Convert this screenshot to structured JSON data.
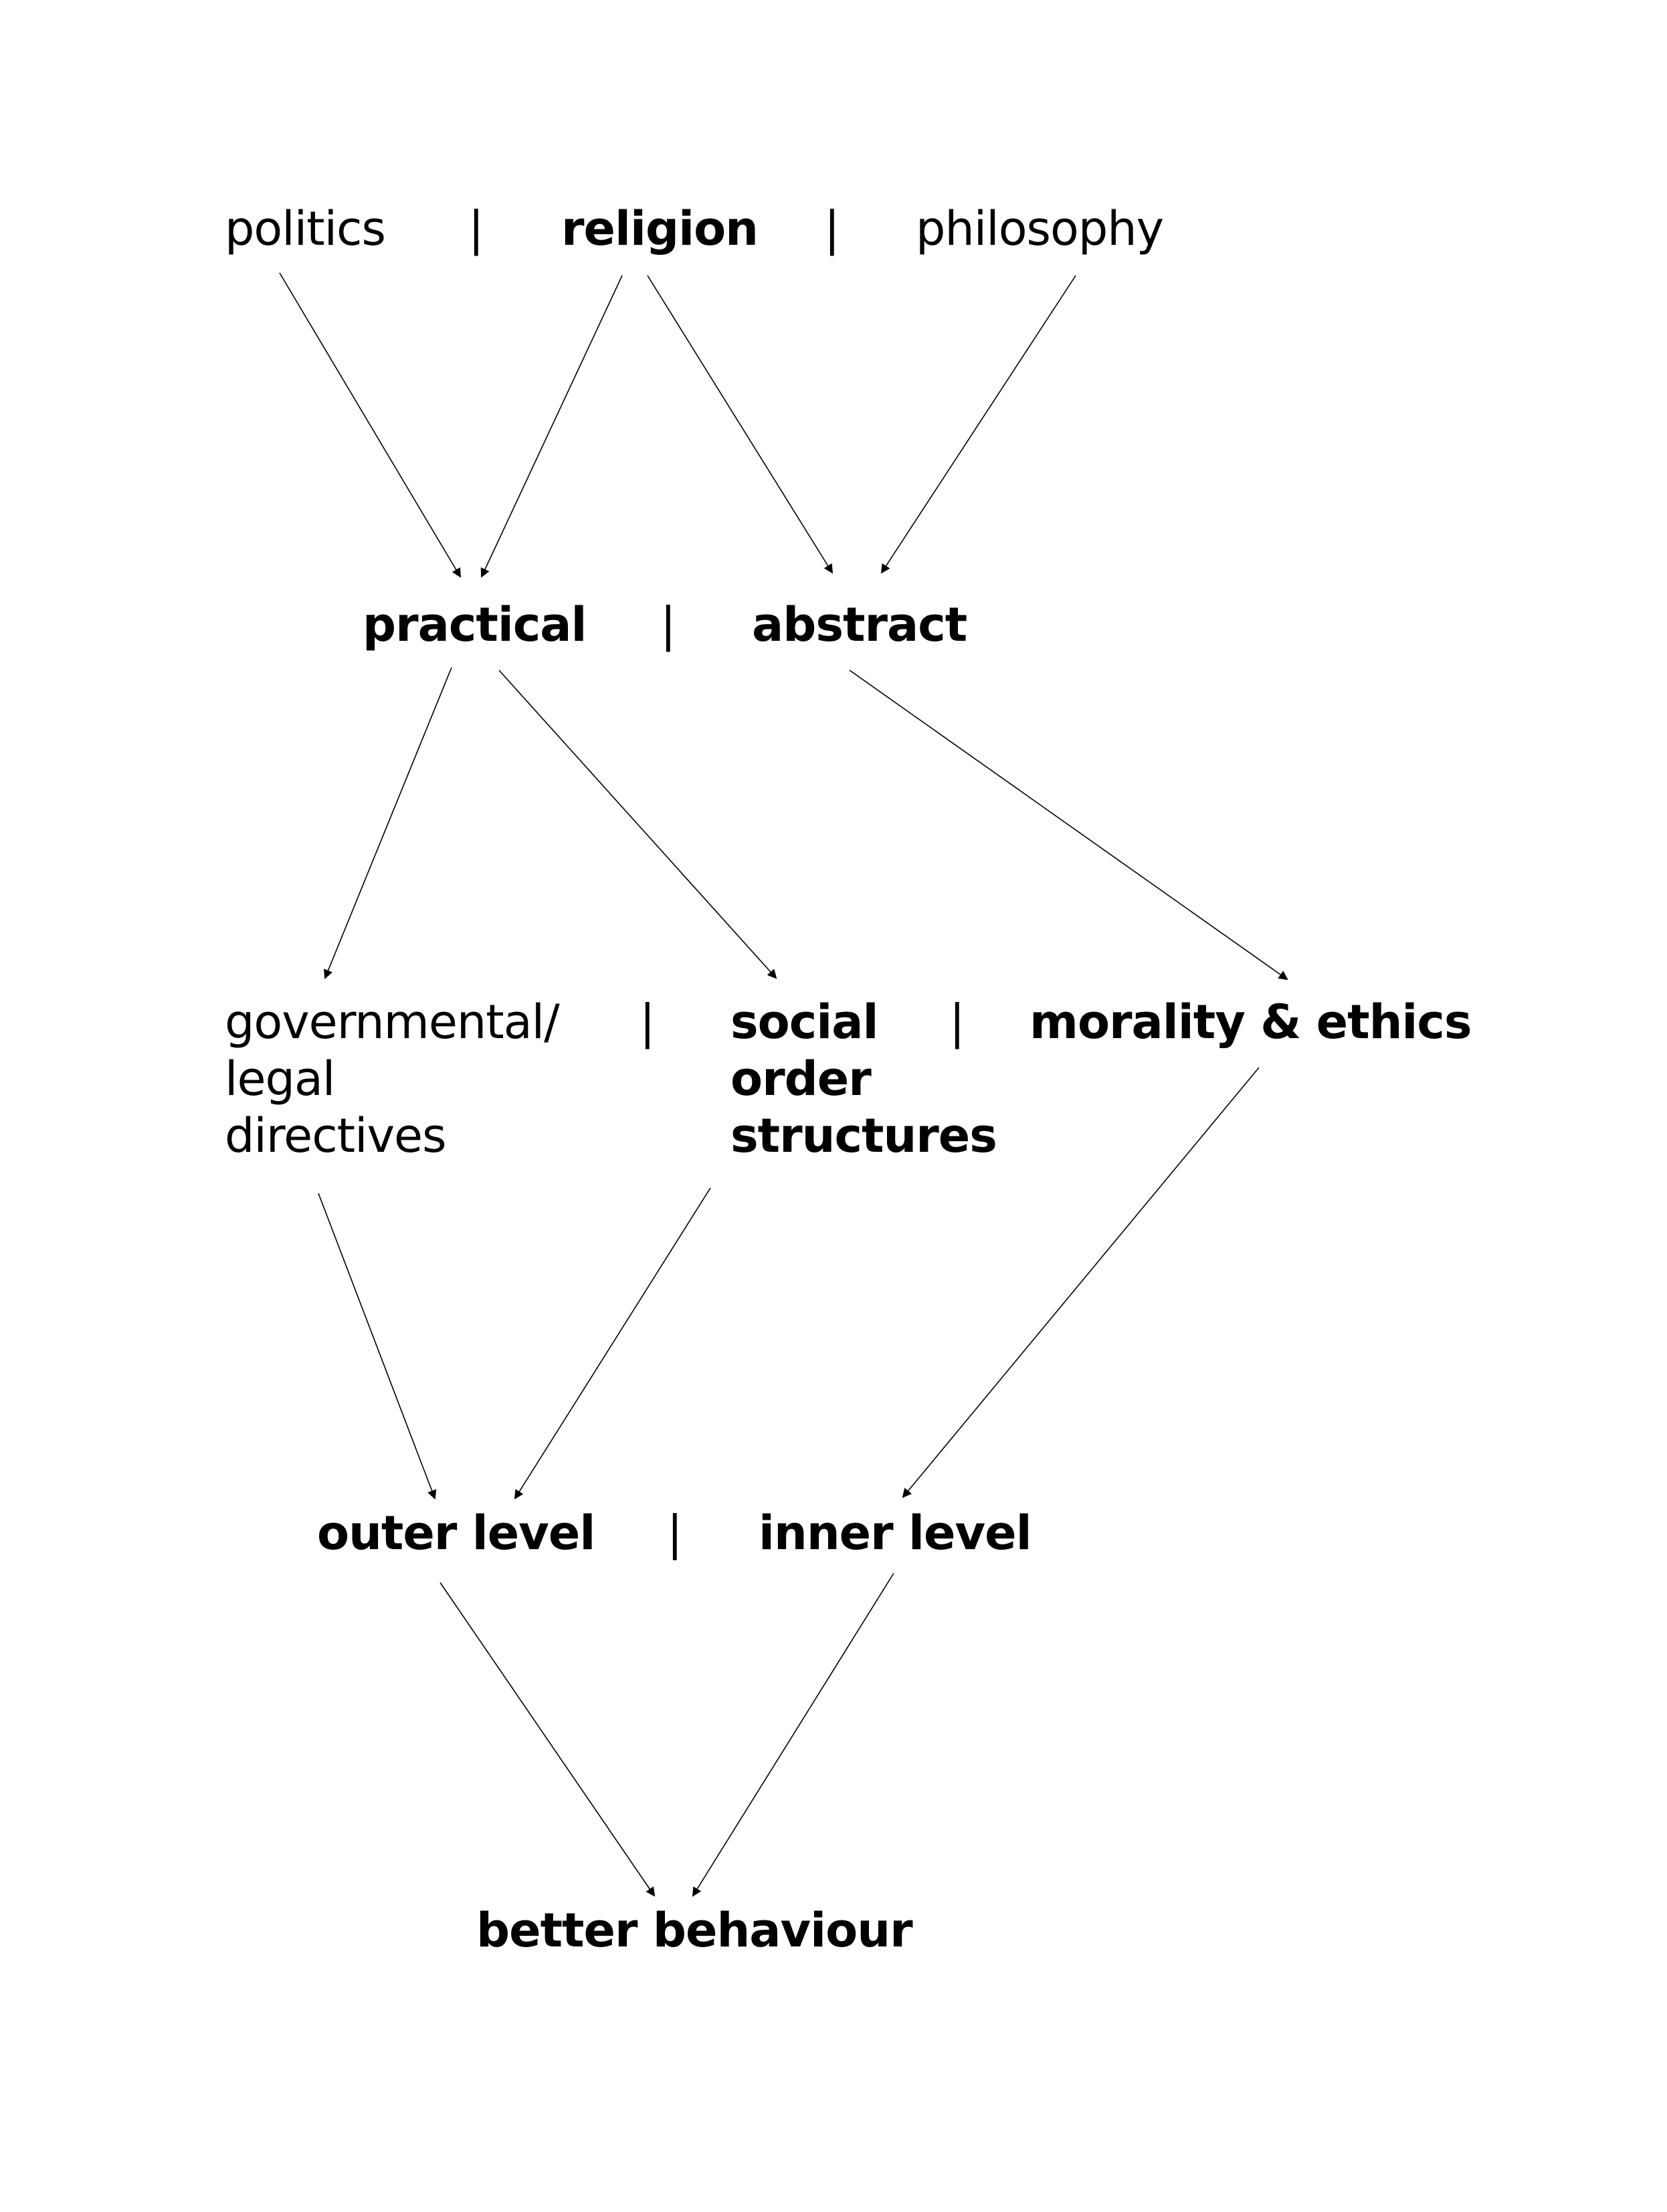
{
  "diagram": {
    "row1": {
      "left": "politics",
      "sep1": "|",
      "center": "religion",
      "sep2": "|",
      "right": "philosophy"
    },
    "row2": {
      "left": "practical",
      "sep": "|",
      "right": "abstract"
    },
    "row3": {
      "left": "governmental/\nlegal\ndirectives",
      "sep1": "|",
      "center": "social\norder\nstructures",
      "sep2": "|",
      "right": "morality & ethics"
    },
    "row4": {
      "left": "outer level",
      "sep": "|",
      "right": "inner level"
    },
    "row5": {
      "result": "better behaviour"
    },
    "edges": [
      [
        "politics",
        "practical"
      ],
      [
        "religion",
        "practical"
      ],
      [
        "religion",
        "abstract"
      ],
      [
        "philosophy",
        "abstract"
      ],
      [
        "practical",
        "governmental/legal directives"
      ],
      [
        "practical",
        "social order structures"
      ],
      [
        "abstract",
        "morality & ethics"
      ],
      [
        "governmental/legal directives",
        "outer level"
      ],
      [
        "social order structures",
        "outer level"
      ],
      [
        "morality & ethics",
        "inner level"
      ],
      [
        "outer level",
        "better behaviour"
      ],
      [
        "inner level",
        "better behaviour"
      ]
    ]
  }
}
